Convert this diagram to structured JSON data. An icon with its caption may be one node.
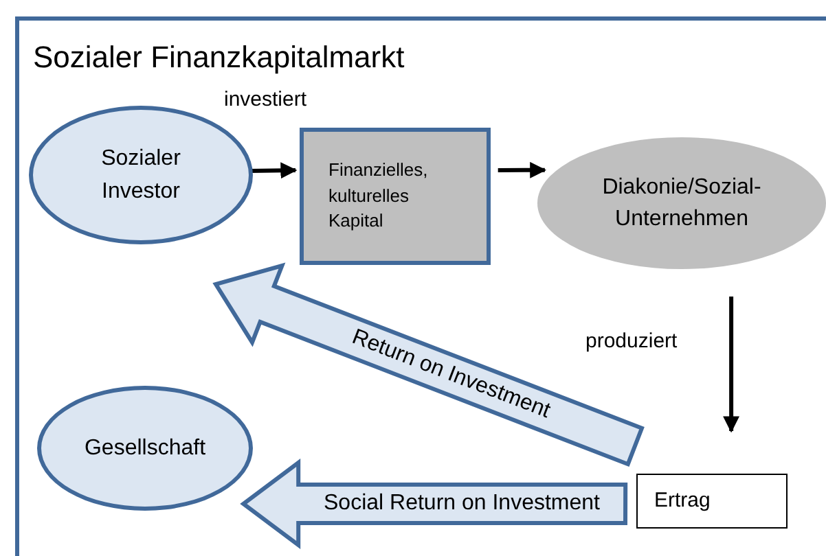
{
  "diagram": {
    "nodes": [
      {
        "text": [
          "Sozialer Finanzkapitalmarkt"
        ]
      },
      {
        "text": [
          "Sozialer Investor"
        ],
        "in": 0
      },
      {
        "text": [
          "Finanzielles, kulturelles Kapital"
        ],
        "in": 0
      },
      {
        "text": [
          "Diakonie/Sozial-Unternehmen"
        ],
        "in": 0
      },
      {
        "text": [
          "Gesellschaft"
        ],
        "in": 0
      },
      {
        "text": [
          "Ertrag"
        ],
        "in": 0
      }
    ],
    "edges": [
      {
        "from": 1,
        "to": 2,
        "arrow": "to",
        "label": "investiert"
      },
      {
        "from": 2,
        "to": 3,
        "arrow": "to"
      },
      {
        "from": 3,
        "to": 5,
        "arrow": "to",
        "label": "produziert"
      },
      {
        "from": 5,
        "to": 1,
        "arrow": "to",
        "label": "Return on Investment",
        "style": "thick"
      },
      {
        "from": 5,
        "to": 4,
        "arrow": "to",
        "label": "Social Return on Investment",
        "style": "thick"
      }
    ]
  }
}
